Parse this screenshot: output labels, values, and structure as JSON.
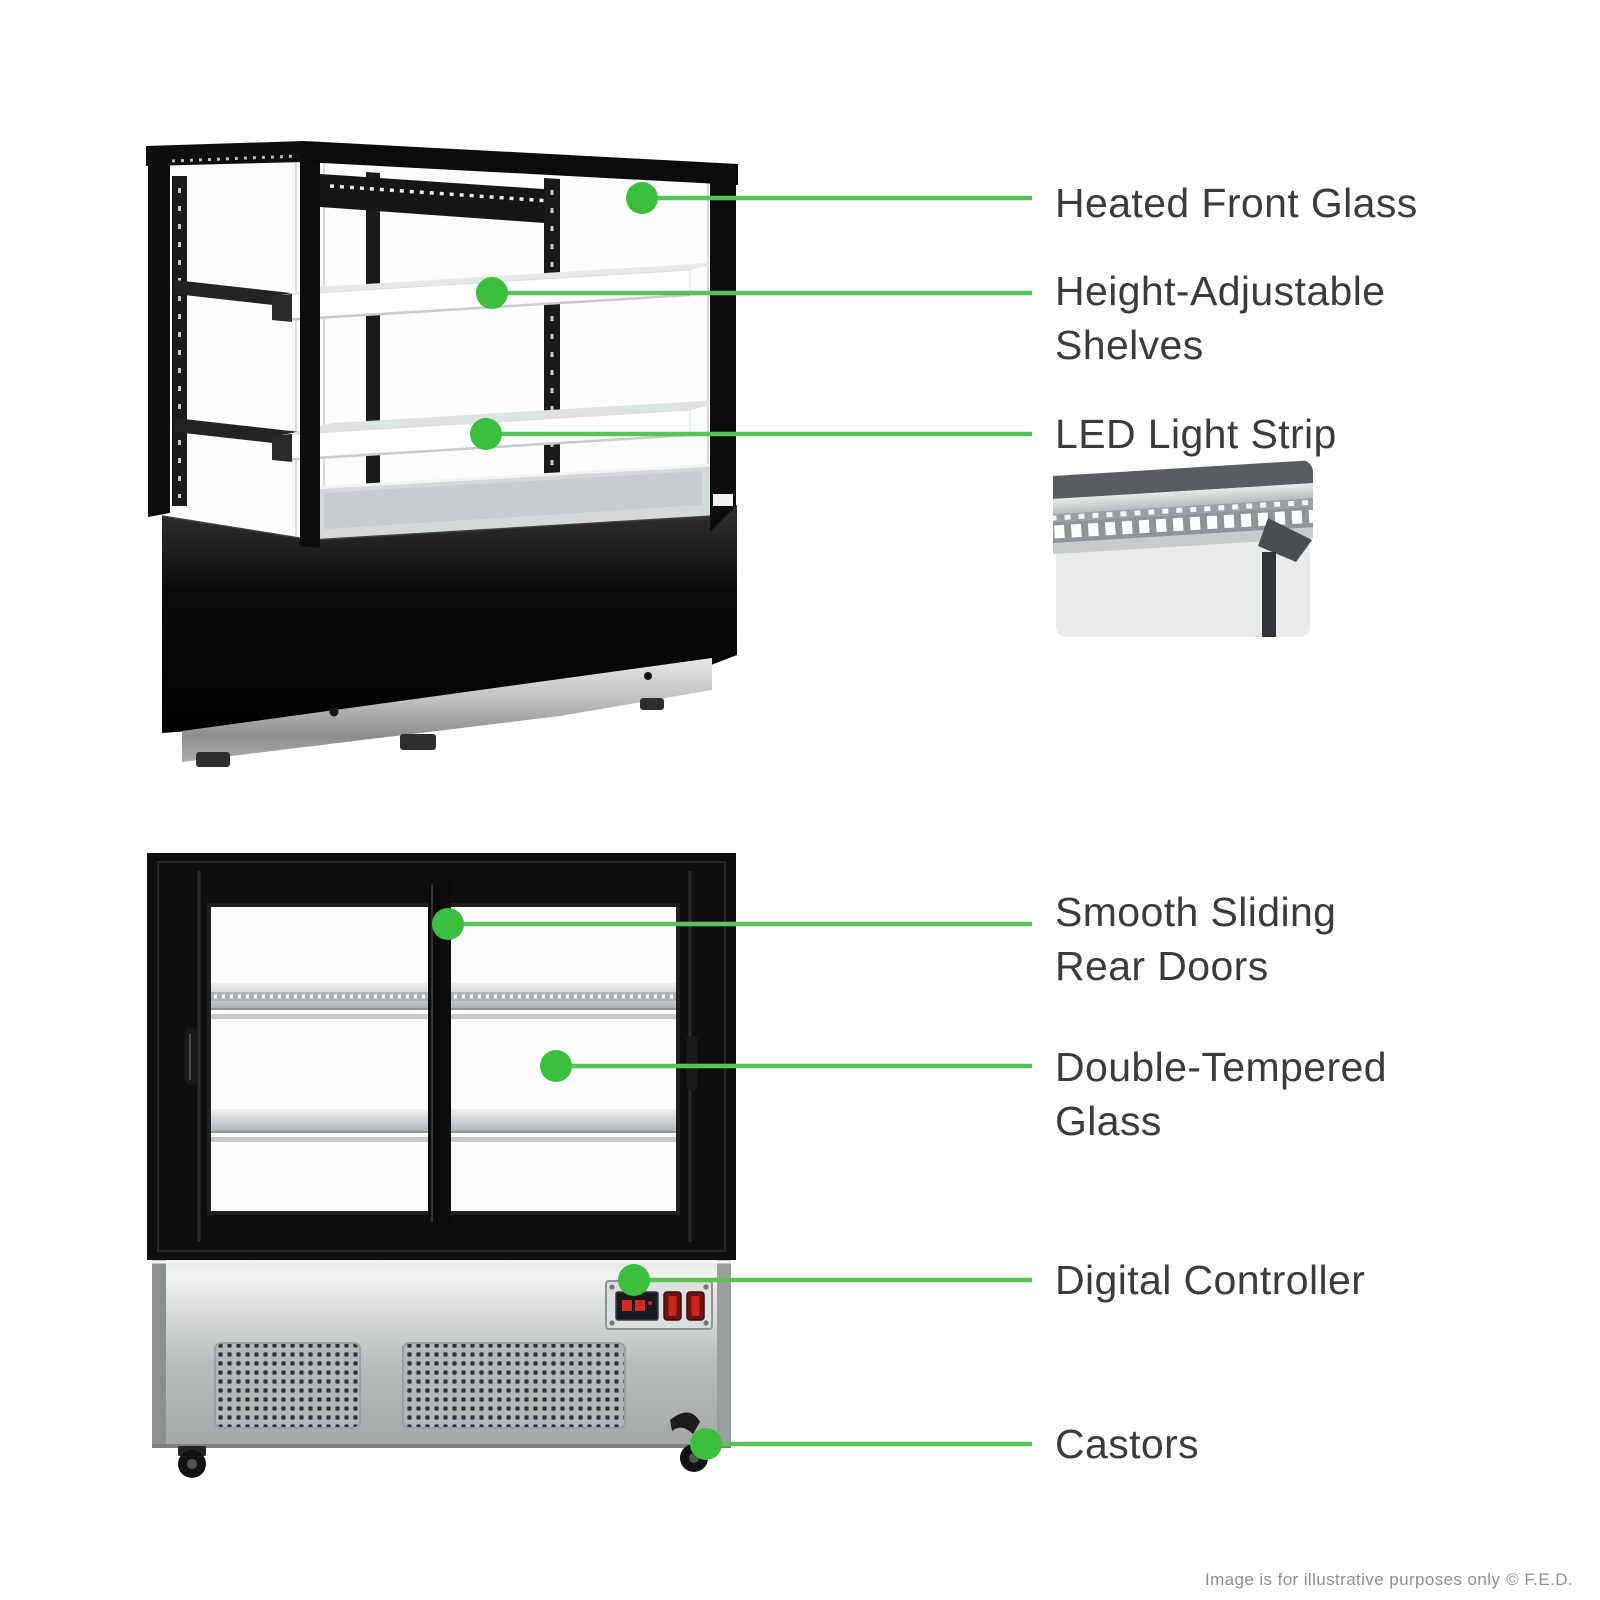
{
  "page": {
    "background_color": "#ffffff"
  },
  "style": {
    "accent_green_dot": "#3cbe3e",
    "accent_green_line": "#58c25a",
    "label_text_color": "#3b3b3b",
    "footer_text_color": "#8e8e8e",
    "product_frame_color": "#0f0f0f",
    "stainless_color": "#b9bcbc"
  },
  "callouts": [
    {
      "id": "heated-front-glass",
      "label": "Heated Front Glass"
    },
    {
      "id": "height-adjustable-shelves",
      "label": "Height-Adjustable\nShelves"
    },
    {
      "id": "led-light-strip",
      "label": "LED Light Strip"
    },
    {
      "id": "smooth-sliding-rear-doors",
      "label": "Smooth Sliding\nRear Doors"
    },
    {
      "id": "double-tempered-glass",
      "label": "Double-Tempered\nGlass"
    },
    {
      "id": "digital-controller",
      "label": "Digital Controller"
    },
    {
      "id": "castors",
      "label": "Castors"
    }
  ],
  "footer": {
    "disclaimer": "Image is for illustrative purposes only",
    "brand": "© F.E.D."
  }
}
